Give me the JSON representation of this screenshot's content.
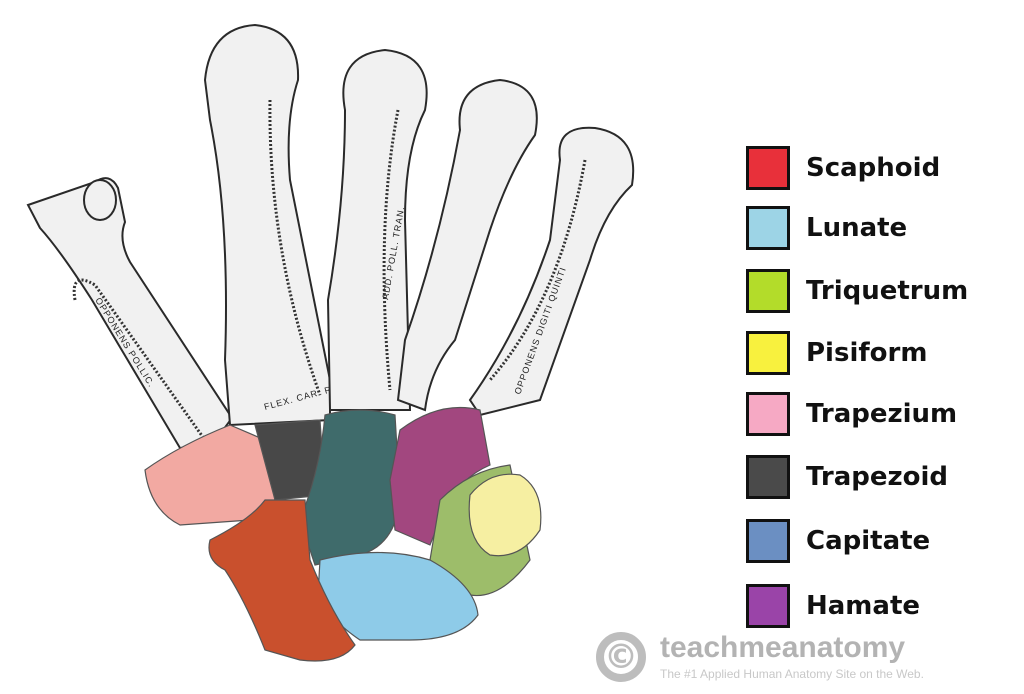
{
  "legend": {
    "items": [
      {
        "label": "Scaphoid",
        "color": "#e8303a"
      },
      {
        "label": "Lunate",
        "color": "#9dd4e6"
      },
      {
        "label": "Triquetrum",
        "color": "#b3dc2a"
      },
      {
        "label": "Pisiform",
        "color": "#f8f13e"
      },
      {
        "label": "Trapezium",
        "color": "#f6a9c4"
      },
      {
        "label": "Trapezoid",
        "color": "#4a4a4a"
      },
      {
        "label": "Capitate",
        "color": "#6b8fc2"
      },
      {
        "label": "Hamate",
        "color": "#9a44a8"
      }
    ]
  },
  "illustration": {
    "bone_labels": {
      "thumb": "OPPONENS POLLIC.",
      "index_base": "FLEX. CAR. RAD.",
      "middle": "ADD. POLL. TRAN.",
      "little": "OPPONENS DIGITI QUINTI"
    },
    "carpal_colors": {
      "scaphoid": "#c9502d",
      "lunate": "#8ecbe8",
      "triquetrum": "#9dbd6a",
      "pisiform": "#f6efa2",
      "trapezium": "#f2a9a2",
      "trapezoid": "#484848",
      "capitate": "#3f6b6b",
      "hamate": "#a2477f"
    }
  },
  "watermark": {
    "symbol": "©",
    "name": "teachmeanatomy",
    "tagline": "The #1 Applied Human Anatomy Site on the Web."
  }
}
